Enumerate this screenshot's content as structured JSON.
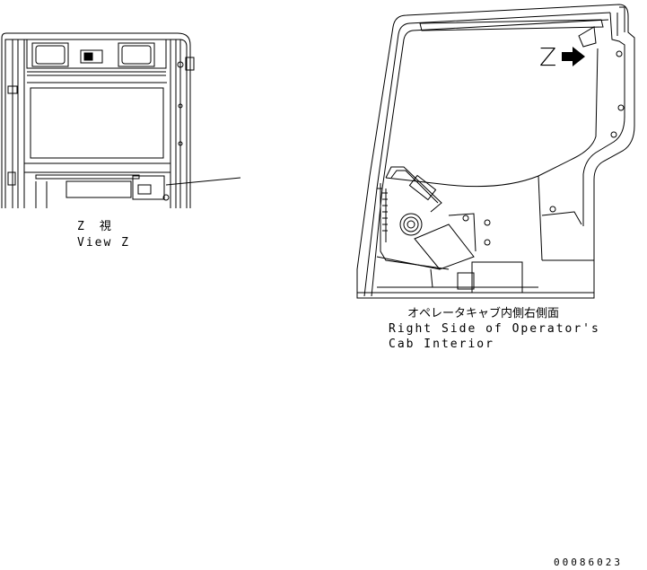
{
  "view_z": {
    "title_jp": "Z　視",
    "title_en": "View Z"
  },
  "cab_view": {
    "z_marker": "Z",
    "title_jp": "オペレータキャブ内側右側面",
    "title_en_line1": "Right Side of Operator's",
    "title_en_line2": "Cab Interior"
  },
  "drawing_number": "00086023",
  "icons": {
    "arrow": "right-arrow-icon"
  },
  "colors": {
    "line": "#000000",
    "background": "#ffffff"
  }
}
